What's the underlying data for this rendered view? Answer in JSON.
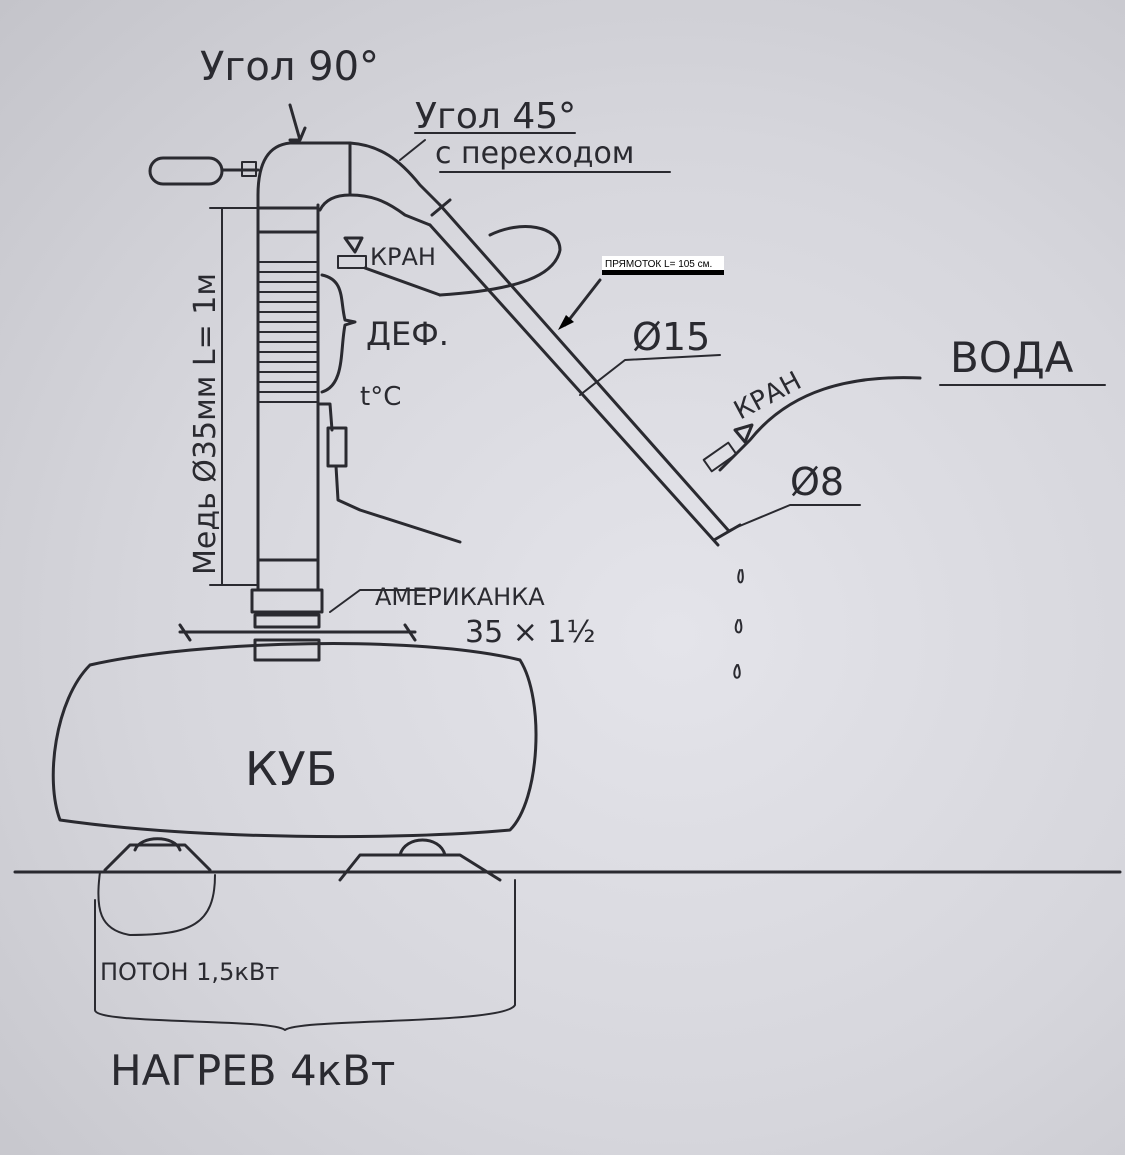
{
  "labels": {
    "elbow_90": "Угол 90°",
    "elbow_45": "Угол 45°",
    "elbow_45_note": "с переходом",
    "valve_top": "КРАН",
    "liebig_callout": "ПРЯМОТОК L= 105 см.",
    "diameter_15": "Ø15",
    "water": "ВОДА",
    "valve_water": "КРАН",
    "diameter_8": "Ø8",
    "dephlegmator": "ДЕФ.",
    "temperature": "t°C",
    "column_spec": "Медь Ø35мм L= 1м",
    "union_name": "АМЕРИКАНКА",
    "union_size": "35 × 1½",
    "boiler": "КУБ",
    "heater_small": "ПОТОН 1,5кВт",
    "heater_total": "НАГРЕВ 4кВт"
  },
  "colors": {
    "ink": "#2a2a30",
    "paper": "#dcdce2"
  }
}
